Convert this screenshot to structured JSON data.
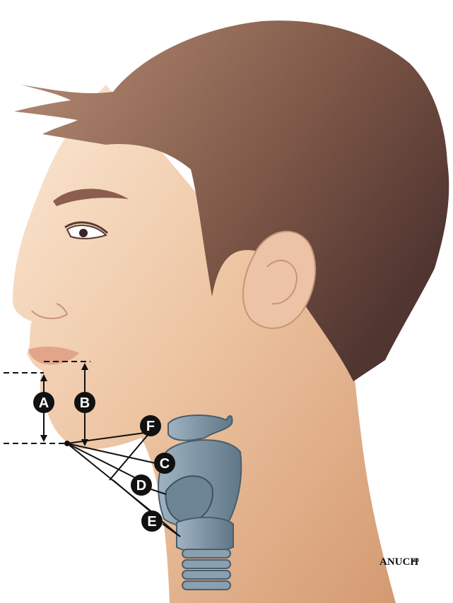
{
  "figure": {
    "markers": [
      "A",
      "B",
      "C",
      "D",
      "E",
      "F"
    ],
    "signature": "ANUCH",
    "signature_suffix": "MD"
  },
  "colors": {
    "skin_light": "#f6dcc3",
    "skin_mid": "#e8b894",
    "skin_dark": "#d9a07a",
    "hair_light": "#b18771",
    "hair_dark": "#5a3a33",
    "larynx": "#7f96a6",
    "larynx_dark": "#5a7080",
    "marker_fill": "#111111",
    "line": "#111111"
  }
}
